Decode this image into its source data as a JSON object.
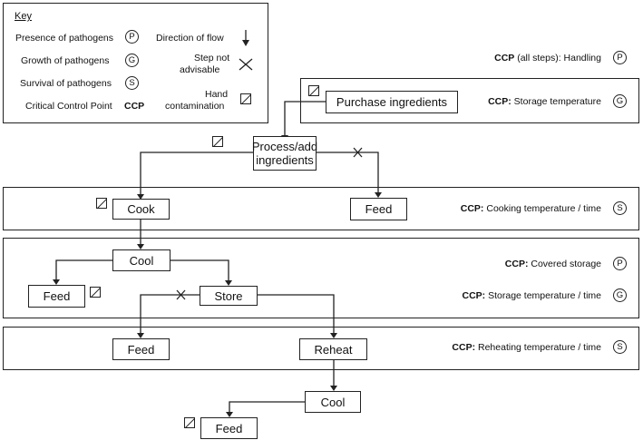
{
  "key": {
    "title": "Key",
    "presence": "Presence of pathogens",
    "growth": "Growth of pathogens",
    "survival": "Survival of pathogens",
    "ccp_label": "Critical Control Point",
    "ccp_abbr": "CCP",
    "flow": "Direction of flow",
    "not_advisable_1": "Step not",
    "not_advisable_2": "advisable",
    "hand_1": "Hand",
    "hand_2": "contamination"
  },
  "symbols": {
    "P": "P",
    "G": "G",
    "S": "S"
  },
  "nodes": {
    "purchase": "Purchase ingredients",
    "process_1": "Process/add",
    "process_2": "ingredients",
    "cook": "Cook",
    "feed1": "Feed",
    "cool1": "Cool",
    "feed2": "Feed",
    "store": "Store",
    "feed3": "Feed",
    "reheat": "Reheat",
    "cool2": "Cool",
    "feed4": "Feed"
  },
  "ccp": {
    "handling_b": "CCP",
    "handling": " (all steps): Handling",
    "storage1_b": "CCP:",
    "storage1": " Storage temperature",
    "cooking_b": "CCP:",
    "cooking": " Cooking temperature / time",
    "covered_b": "CCP:",
    "covered": " Covered storage",
    "storage2_b": "CCP:",
    "storage2": " Storage temperature / time",
    "reheating_b": "CCP:",
    "reheating": " Reheating temperature / time"
  }
}
